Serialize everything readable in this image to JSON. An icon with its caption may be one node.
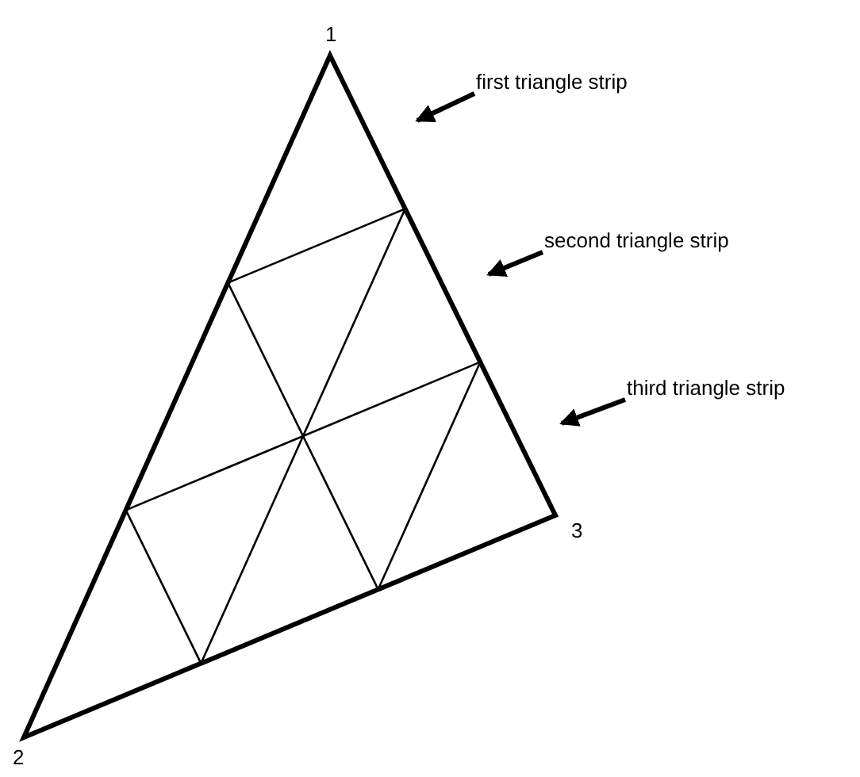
{
  "diagram": {
    "nodes": [
      {
        "text": [
          "first triangle strip"
        ]
      },
      {
        "text": [
          "second triangle strip"
        ]
      },
      {
        "text": [
          "third triangle strip"
        ]
      }
    ],
    "edges": [
      {
        "from": 0,
        "to": null,
        "arrow": "to"
      },
      {
        "from": 1,
        "to": null,
        "arrow": "to"
      },
      {
        "from": 2,
        "to": null,
        "arrow": "to"
      }
    ],
    "labels": [
      "1",
      "3",
      "2"
    ]
  }
}
